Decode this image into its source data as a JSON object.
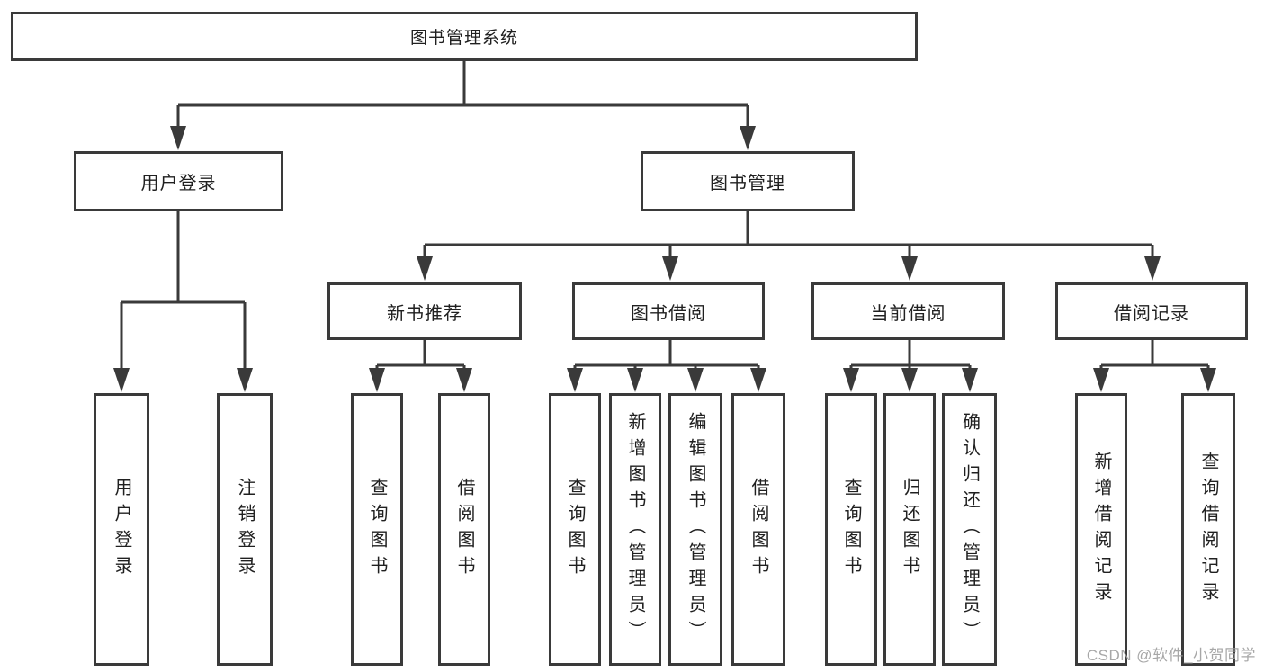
{
  "diagram": {
    "title": "图书管理系统",
    "level2": {
      "user_login": "用户登录",
      "book_management": "图书管理"
    },
    "level3": {
      "new_book_recommend": "新书推荐",
      "book_borrowing": "图书借阅",
      "current_borrowing": "当前借阅",
      "borrowing_records": "借阅记录"
    },
    "leaves": {
      "user_login": "用户登录",
      "logout": "注销登录",
      "recommend_query_books": "查询图书",
      "recommend_borrow_books": "借阅图书",
      "borrow_query_books": "查询图书",
      "borrow_add_books": "新增图书（管理员）",
      "borrow_edit_books": "编辑图书（管理员）",
      "borrow_borrow_books": "借阅图书",
      "current_query_books": "查询图书",
      "current_return_books": "归还图书",
      "current_confirm_return": "确认归还（管理员）",
      "records_add_record": "新增借阅记录",
      "records_query_record": "查询借阅记录"
    }
  },
  "watermark": "CSDN @软件_小贺同学",
  "colors": {
    "line": "#3a3a3a",
    "text": "#202020",
    "background": "#ffffff",
    "watermark": "#9e9e9e"
  }
}
